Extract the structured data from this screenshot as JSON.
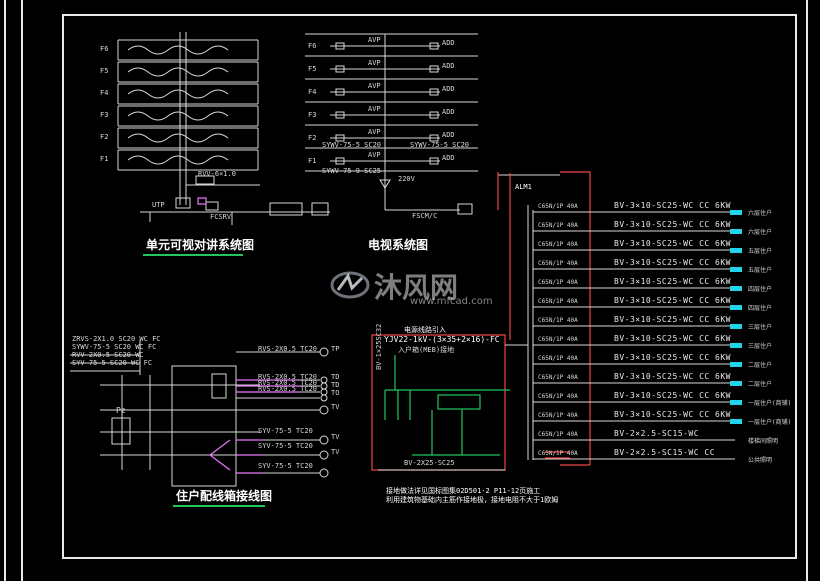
{
  "titles": {
    "intercom": "单元可视对讲系统图",
    "tv": "电视系统图",
    "household": "住户配线箱接线图"
  },
  "watermark": {
    "brand": "沐风网",
    "url": "www.mfcad.com"
  },
  "floors": [
    "F6",
    "F5",
    "F4",
    "F3",
    "F2",
    "F1"
  ],
  "intercom_notes": {
    "riser": "RVV-6×1.0",
    "main": "UTP",
    "panel": "FCSRV"
  },
  "tv_labels": {
    "avp": "AVP",
    "add": "ADD",
    "cable1": "SYWV-75-5 SC20",
    "cable2": "SYWV-75-5 SC20",
    "cable3": "SYWV-75-9 SC25",
    "v": "220V",
    "box": "FSCM/C"
  },
  "household_lines": [
    "ZRVS-2X1.0 SC20 WC FC",
    "SYWV-75-5 SC20 WC FC",
    "RVV-2X0.5 SC20 WC",
    "SYV-75-5 SC20 WC FC"
  ],
  "household_right": [
    "RVS-2X0.5 TC20",
    "RVS-2X0.5 TC20",
    "RVS-2X0.5 TC20",
    "RVS-2X0.5 TC20",
    "SYV-75-5 TC20",
    "SYV-75-5 TC20",
    "SYV-75-5 TC20"
  ],
  "household_ends": [
    "TP",
    "TD",
    "TD",
    "TO",
    "TV",
    "TV",
    "TV"
  ],
  "household_box": "Pz",
  "grounding": {
    "feeder": "YJV22-1kV-(3×35+2×16)-FC",
    "note1": "电源线路引入",
    "box": "入户箱(MEB)接地",
    "bus": "BV-1×25SC32",
    "cable": "BV-2X25-SC25",
    "note2": "接地做法详见国标图集02D501-2 P11-12页施工",
    "note3": "利用建筑物基础内主筋作接地极，接地电阻不大于1欧姆"
  },
  "distribution": {
    "panel": "ALM1",
    "rows": [
      {
        "cable": "BV-3×10-SC25-WC CC",
        "power": "6KW",
        "dest": "六层住户"
      },
      {
        "cable": "BV-3×10-SC25-WC CC",
        "power": "6KW",
        "dest": "六层住户"
      },
      {
        "cable": "BV-3×10-SC25-WC CC",
        "power": "6KW",
        "dest": "五层住户"
      },
      {
        "cable": "BV-3×10-SC25-WC CC",
        "power": "6KW",
        "dest": "五层住户"
      },
      {
        "cable": "BV-3×10-SC25-WC CC",
        "power": "6KW",
        "dest": "四层住户"
      },
      {
        "cable": "BV-3×10-SC25-WC CC",
        "power": "6KW",
        "dest": "四层住户"
      },
      {
        "cable": "BV-3×10-SC25-WC CC",
        "power": "6KW",
        "dest": "三层住户"
      },
      {
        "cable": "BV-3×10-SC25-WC CC",
        "power": "6KW",
        "dest": "三层住户"
      },
      {
        "cable": "BV-3×10-SC25-WC CC",
        "power": "6KW",
        "dest": "二层住户"
      },
      {
        "cable": "BV-3×10-SC25-WC CC",
        "power": "6KW",
        "dest": "二层住户"
      },
      {
        "cable": "BV-3×10-SC25-WC CC",
        "power": "6KW",
        "dest": "一层住户(商铺)"
      },
      {
        "cable": "BV-3×10-SC25-WC CC",
        "power": "6KW",
        "dest": "一层住户(商铺)"
      },
      {
        "cable": "BV-2×2.5-SC15-WC",
        "power": "",
        "dest": "楼梯间照明"
      },
      {
        "cable": "BV-2×2.5-SC15-WC CC",
        "power": "",
        "dest": "公共照明"
      }
    ],
    "breaker": "C65N/1P 40A"
  }
}
